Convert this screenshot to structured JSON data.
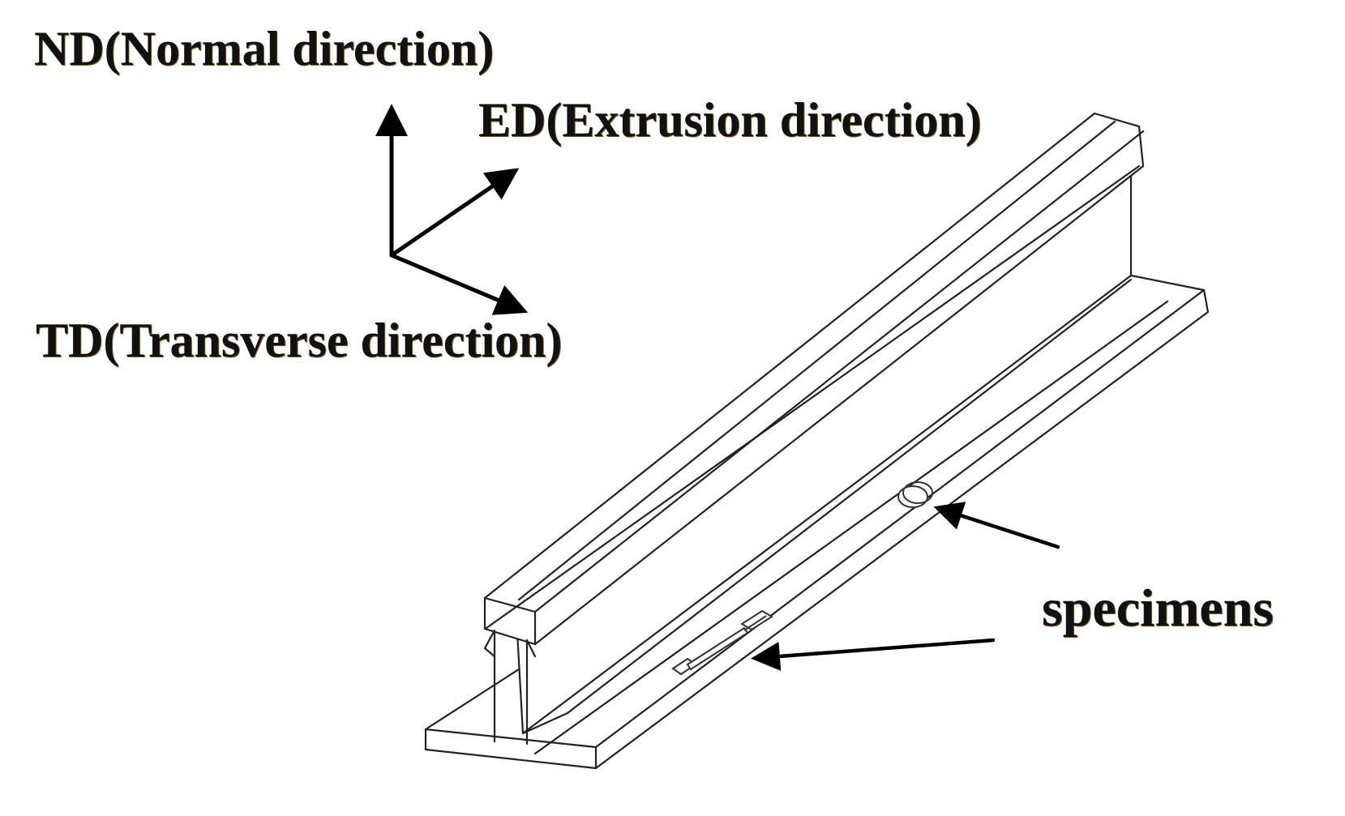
{
  "axes": {
    "nd": "ND(Normal  direction)",
    "ed": "ED(Extrusion direction)",
    "td": "TD(Transverse direction)"
  },
  "specimens_label": "specimens"
}
